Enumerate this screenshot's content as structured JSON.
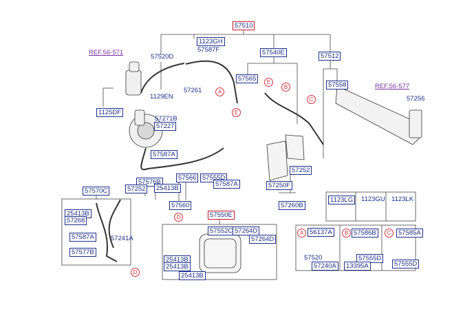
{
  "colors": {
    "part_number": "#1a2f8a",
    "highlight_frame": "#c0182a",
    "reference": "#7a2fa0",
    "callout": "#d0303a",
    "line": "#444444"
  },
  "labels": {
    "57510": "57510",
    "1123GH": "1123GH",
    "57587F": "57587F",
    "57520D": "57520D",
    "57540E": "57540E",
    "57512": "57512",
    "REF_56_571": "REF.56-571",
    "57565": "57565",
    "57558": "57558",
    "REF_56_577": "REF.56-577",
    "57261": "57261",
    "57256": "57256",
    "1129EN": "1129EN",
    "1125DF": "1125DF",
    "57271B": "57271B",
    "57227": "57227",
    "57587A_top": "57587A",
    "57576B": "57576B",
    "57252_mid": "57252",
    "25413B_mid": "25413B",
    "57566": "57566",
    "57555D_top": "57555D",
    "57587A_mid": "57587A",
    "57252_right": "57252",
    "57250F": "57250F",
    "57260B": "57260B",
    "57560": "57560",
    "57570C": "57570C",
    "25413B_left": "25413B",
    "57268": "57268",
    "57587A_left": "57587A",
    "57241A": "57241A",
    "57577B": "57577B",
    "57550E": "57550E",
    "57552C": "57552C",
    "57264D_a": "57264D",
    "57264D_b": "57264D",
    "25413B_k1": "25413B",
    "25413B_k2": "25413B",
    "25413B_k3": "25413B",
    "1123LG": "1123LG",
    "1123GU": "1123GU",
    "1123LK": "1123LK",
    "56137A": "56137A",
    "57520": "57520",
    "57240A": "57240A",
    "57586B": "57586B",
    "57555D_b": "57555D",
    "13395A": "13395A",
    "57585A": "57585A",
    "57555D_c": "57555D"
  },
  "callouts": {
    "A": "A",
    "B": "B",
    "C": "C",
    "D": "D",
    "E": "E"
  }
}
